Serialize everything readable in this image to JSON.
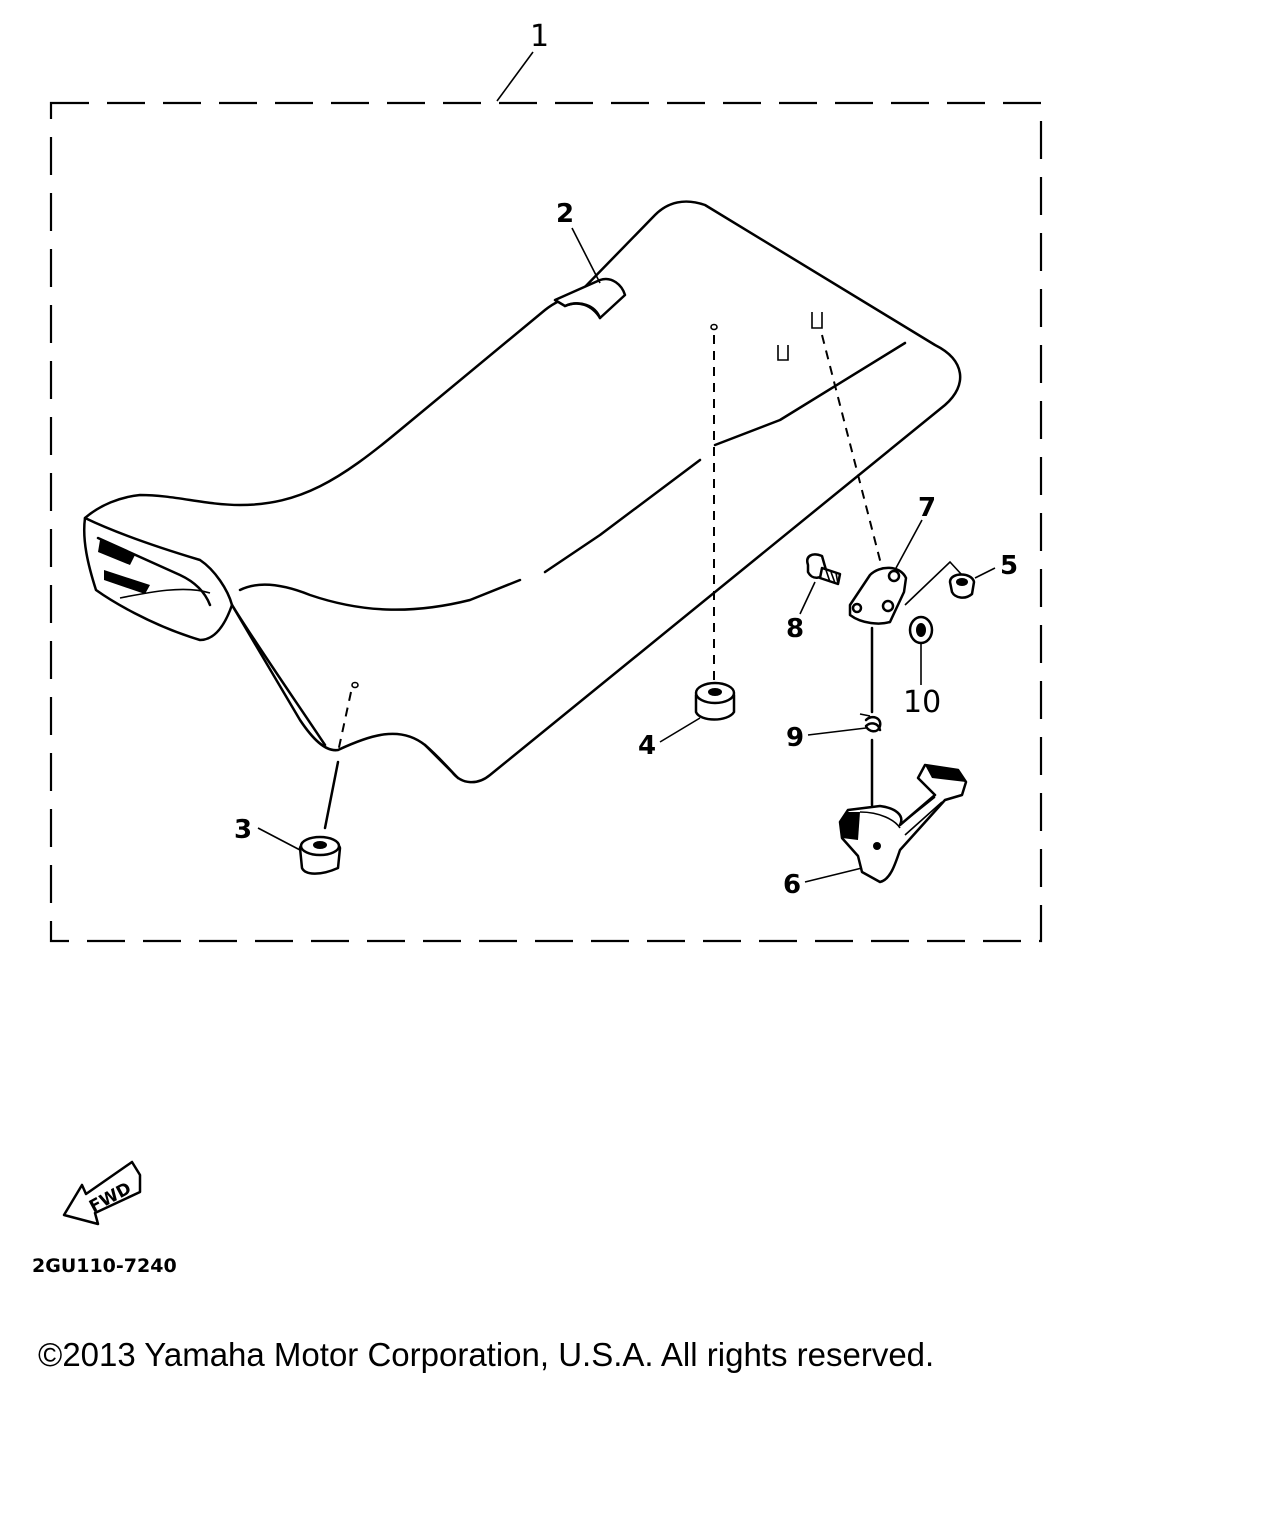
{
  "callouts": {
    "c1": "1",
    "c2": "2",
    "c3": "3",
    "c4": "4",
    "c5": "5",
    "c6": "6",
    "c7": "7",
    "c8": "8",
    "c9": "9",
    "c10": "10"
  },
  "fwd_label": "FWD",
  "diagram_code": "2GU110-7240",
  "copyright": "©2013 Yamaha Motor Corporation, U.S.A. All rights reserved."
}
